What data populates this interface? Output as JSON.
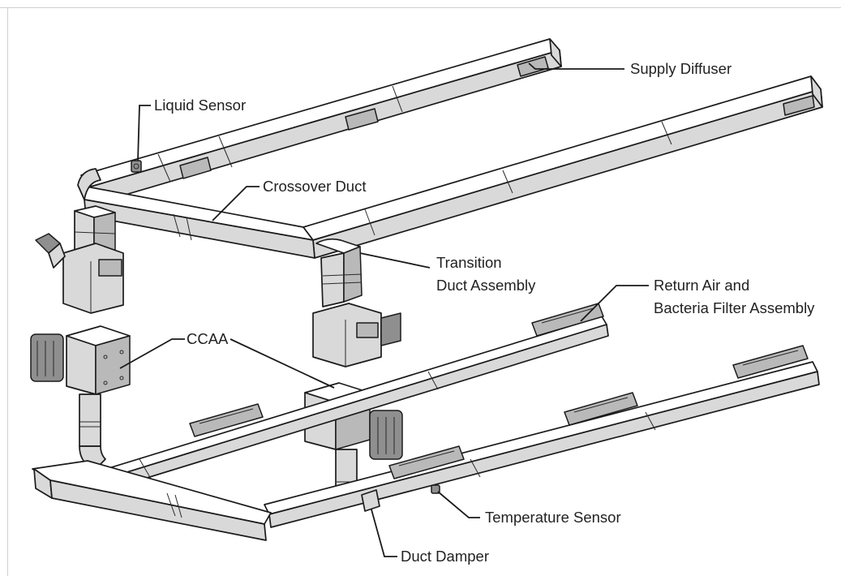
{
  "labels": {
    "supply_diffuser": "Supply Diffuser",
    "liquid_sensor": "Liquid Sensor",
    "crossover_duct": "Crossover Duct",
    "transition_line1": "Transition",
    "transition_line2": "Duct Assembly",
    "return_air_line1": "Return Air and",
    "return_air_line2": "Bacteria Filter Assembly",
    "ccaa": "CCAA",
    "temperature_sensor": "Temperature Sensor",
    "duct_damper": "Duct Damper"
  }
}
